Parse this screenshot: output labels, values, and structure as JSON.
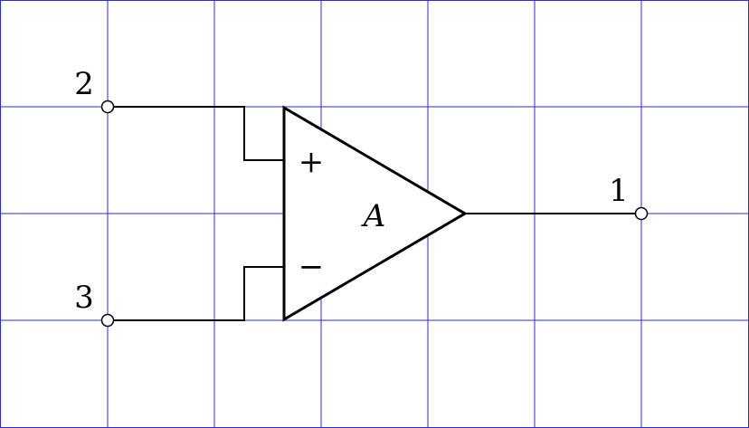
{
  "diagram": {
    "type": "op-amp schematic",
    "grid_color": "#2a2ae6",
    "line_color": "#000000",
    "background": "#ffffff",
    "amplifier": {
      "gain_label": "A",
      "noninverting_sign": "+",
      "inverting_sign": "−"
    },
    "terminals": {
      "noninverting_input": "2",
      "inverting_input": "3",
      "output": "1"
    }
  }
}
